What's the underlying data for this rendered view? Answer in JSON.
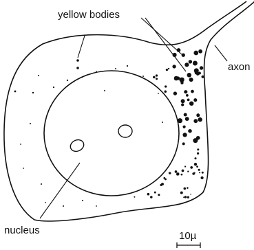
{
  "labels": {
    "yellow_bodies": "yellow bodies",
    "axon": "axon",
    "nucleus": "nucleus",
    "scale": "10µ"
  },
  "colors": {
    "ink": "#111111",
    "background": "#ffffff"
  }
}
